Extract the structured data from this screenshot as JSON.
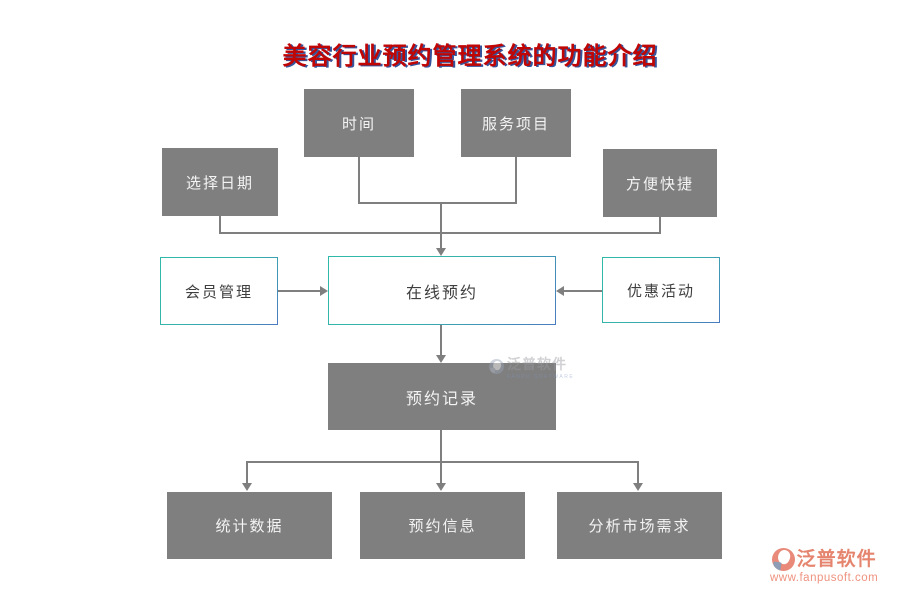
{
  "title": "美容行业预约管理系统的功能介绍",
  "colors": {
    "node_gray": "#7f7f7f",
    "node_text_light": "#f4f4f4",
    "node_text_dark": "#3f3f3f",
    "border_teal": "#2fb9a8",
    "border_blue": "#4a7abf",
    "connector_gray": "#7f7f7f",
    "title_red": "#c00505",
    "title_shadow_blue": "#35549b",
    "logo_coral": "#e5856f"
  },
  "nodes": {
    "time": "时间",
    "service_items": "服务项目",
    "select_date": "选择日期",
    "convenient": "方便快捷",
    "member_mgmt": "会员管理",
    "online_booking": "在线预约",
    "promotions": "优惠活动",
    "booking_records": "预约记录",
    "statistics": "统计数据",
    "booking_info": "预约信息",
    "market_analysis": "分析市场需求"
  },
  "watermark": {
    "brand": "泛普软件",
    "caption": "FANPU SOFTWARE"
  },
  "footer": {
    "brand": "泛普软件",
    "url": "www.fanpusoft.com"
  }
}
